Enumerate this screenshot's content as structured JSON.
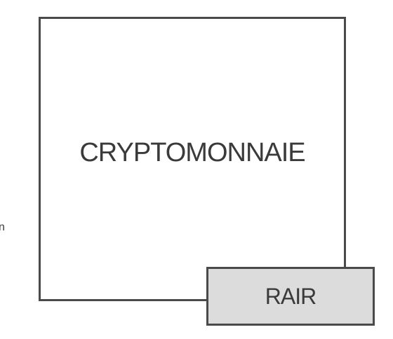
{
  "main_box": {
    "label": "CRYPTOMONNAIE"
  },
  "tag_box": {
    "label": "RAIR"
  },
  "side_text": {
    "label": "n"
  },
  "colors": {
    "border": "#4a4a4a",
    "tag_fill": "#dcdcdc",
    "text": "#3a3a3a",
    "background": "#ffffff"
  }
}
